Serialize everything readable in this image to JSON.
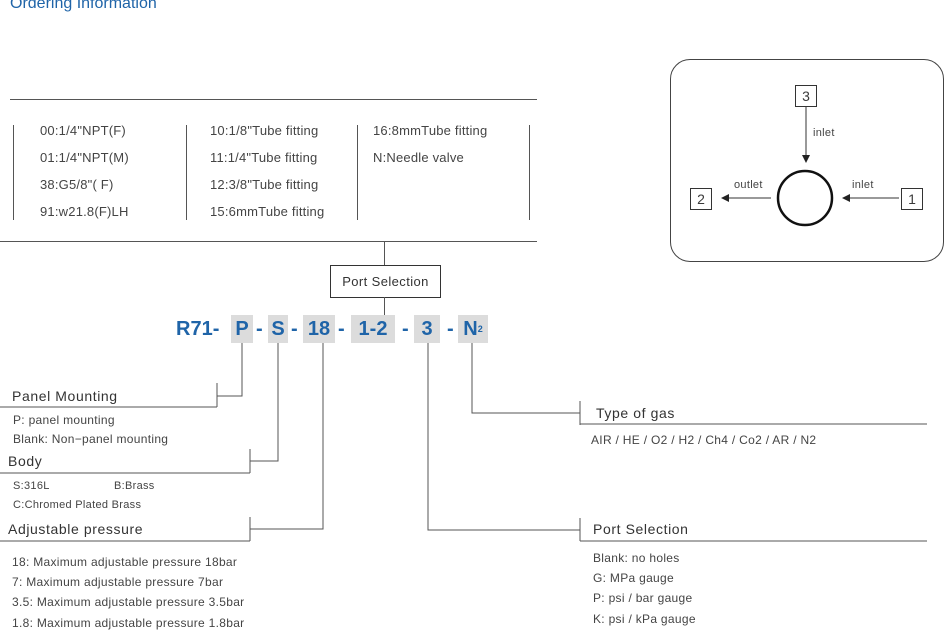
{
  "title": "Ordering Information",
  "port_options": {
    "col1": [
      "00:1/4\"NPT(F)",
      "01:1/4\"NPT(M)",
      "38:G5/8\"( F)",
      "91:w21.8(F)LH"
    ],
    "col2": [
      "10:1/8\"Tube fitting",
      "11:1/4\"Tube fitting",
      "12:3/8\"Tube fitting",
      "15:6mmTube fitting"
    ],
    "col3": [
      "16:8mmTube fitting",
      "N:Needle valve"
    ]
  },
  "port_selection_box": "Port Selection",
  "part_code": {
    "prefix": "R71-",
    "p": "P",
    "s": "S",
    "n18": "18",
    "n12": "1-2",
    "n3": "3",
    "gas": "N",
    "gas_sub": "2",
    "dash": "-"
  },
  "panel_mounting": {
    "title": "Panel Mounting",
    "items": [
      "P: panel mounting",
      "Blank: Non−panel mounting"
    ]
  },
  "body": {
    "title": "Body",
    "s": "S:316L",
    "b": "B:Brass",
    "c": "C:Chromed Plated Brass"
  },
  "adjustable_pressure": {
    "title": "Adjustable  pressure",
    "items": [
      "18: Maximum adjustable pressure 18bar",
      "7: Maximum adjustable pressure 7bar",
      "3.5: Maximum adjustable pressure 3.5bar",
      "1.8: Maximum adjustable pressure 1.8bar"
    ]
  },
  "type_of_gas": {
    "title": "Type  of  gas",
    "list": "AIR / HE / O2  / H2  / Ch4 / Co2  / AR / N2"
  },
  "port_selection": {
    "title": "Port  Selection",
    "items": [
      "Blank: no holes",
      "G: MPa gauge",
      "P: psi / bar gauge",
      "K: psi / kPa gauge"
    ]
  },
  "flow_diagram": {
    "port1": "1",
    "port2": "2",
    "port3": "3",
    "inlet_top": "inlet",
    "inlet_right": "inlet",
    "outlet": "outlet"
  },
  "colors": {
    "accent": "#1f64a8",
    "highlight": "#dcdcdc",
    "line": "#555555"
  }
}
